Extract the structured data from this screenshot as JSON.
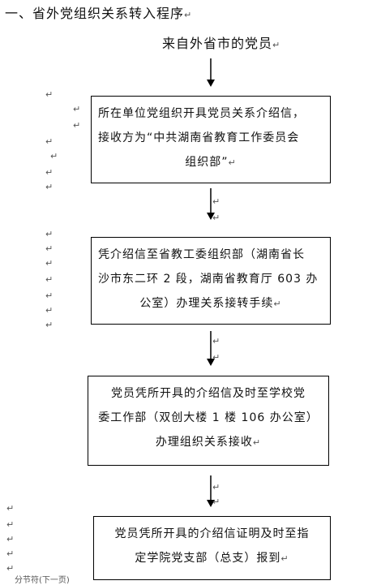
{
  "heading": "一、省外党组织关系转入程序",
  "subtitle": "来自外省市的党员",
  "paragraph_mark": "↵",
  "steps": [
    {
      "line1": "所在单位党组织开具党员关系介绍信，",
      "line2": "接收方为“中共湖南省教育工作委员会",
      "line3": "组织部”"
    },
    {
      "line1": "凭介绍信至省教工委组织部（湖南省长",
      "line2": "沙市东二环 2 段，湖南省教育厅 603 办",
      "line3": "公室）办理关系接转手续"
    },
    {
      "line1": "党员凭所开具的介绍信及时至学校党",
      "line2": "委工作部（双创大楼 1 楼 106 办公室）",
      "line3": "办理组织关系接收"
    },
    {
      "line1": "党员凭所开具的介绍信证明及时至指",
      "line2": "定学院党支部（总支）报到"
    }
  ],
  "footer_note": "分节符(下一页)"
}
